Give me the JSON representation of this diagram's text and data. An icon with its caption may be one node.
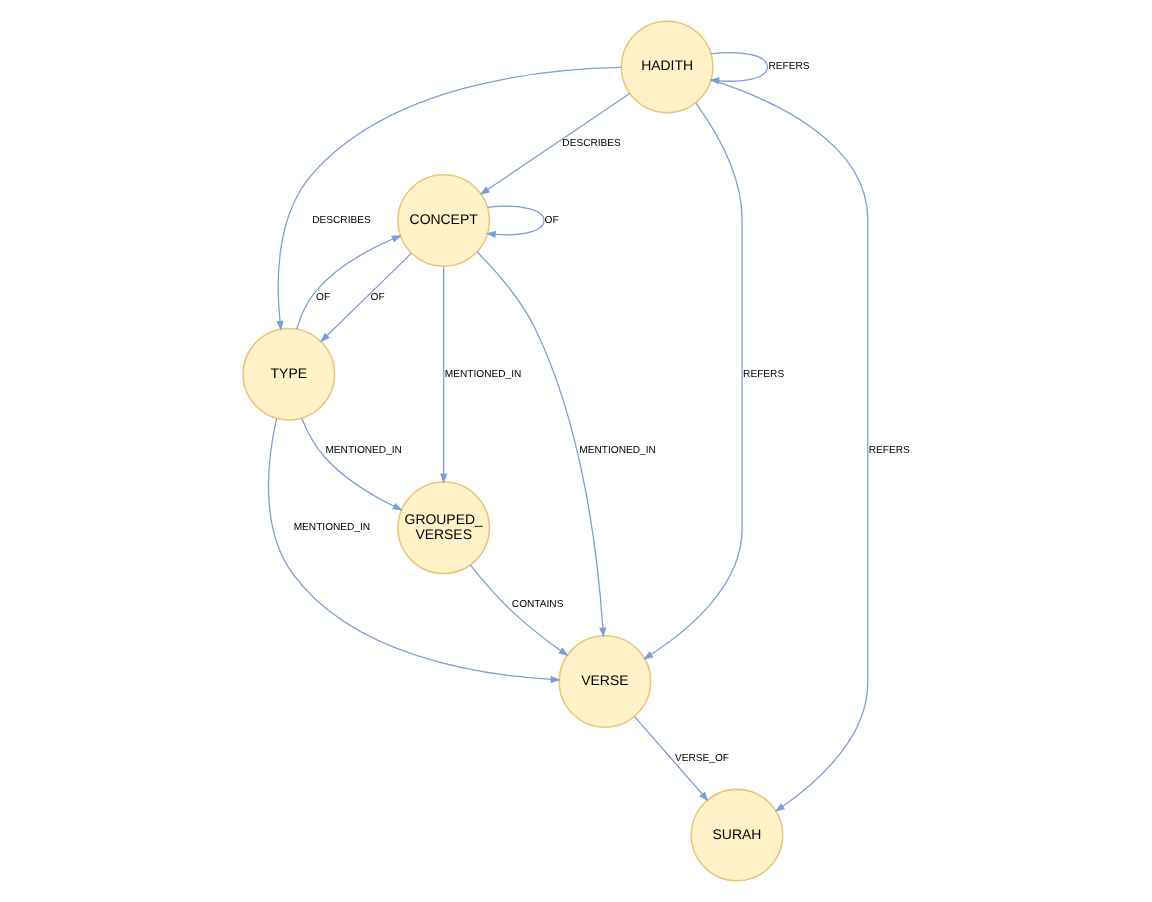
{
  "diagram": {
    "nodes": [
      {
        "text": [
          "HADITH"
        ]
      },
      {
        "text": [
          "CONCEPT"
        ]
      },
      {
        "text": [
          "TYPE"
        ]
      },
      {
        "text": [
          "GROUPED_ VERSES"
        ]
      },
      {
        "text": [
          "VERSE"
        ]
      },
      {
        "text": [
          "SURAH"
        ]
      }
    ],
    "edges": [
      {
        "from": 0,
        "to": 0,
        "arrow": "to",
        "label": "REFERS"
      },
      {
        "from": 0,
        "to": 1,
        "arrow": "to",
        "label": "DESCRIBES"
      },
      {
        "from": 2,
        "to": 1,
        "arrow": "to",
        "label": "OF"
      },
      {
        "from": 1,
        "to": 2,
        "arrow": "to",
        "label": "OF"
      },
      {
        "from": 1,
        "to": 1,
        "arrow": "to",
        "label": "OF"
      },
      {
        "from": 0,
        "to": 2,
        "arrow": "to",
        "label": "DESCRIBES"
      },
      {
        "from": 1,
        "to": 3,
        "arrow": "to",
        "label": "MENTIONED_IN"
      },
      {
        "from": 2,
        "to": 3,
        "arrow": "to",
        "label": "MENTIONED_IN"
      },
      {
        "from": 2,
        "to": 4,
        "arrow": "to",
        "label": "MENTIONED_IN"
      },
      {
        "from": 1,
        "to": 4,
        "arrow": "to",
        "label": "MENTIONED_IN"
      },
      {
        "from": 0,
        "to": 4,
        "arrow": "to",
        "label": "REFERS"
      },
      {
        "from": 3,
        "to": 4,
        "arrow": "to",
        "label": "CONTAINS"
      },
      {
        "from": 4,
        "to": 5,
        "arrow": "to",
        "label": "VERSE_OF"
      },
      {
        "from": 0,
        "to": 5,
        "arrow": "to",
        "label": "REFERS"
      }
    ]
  }
}
